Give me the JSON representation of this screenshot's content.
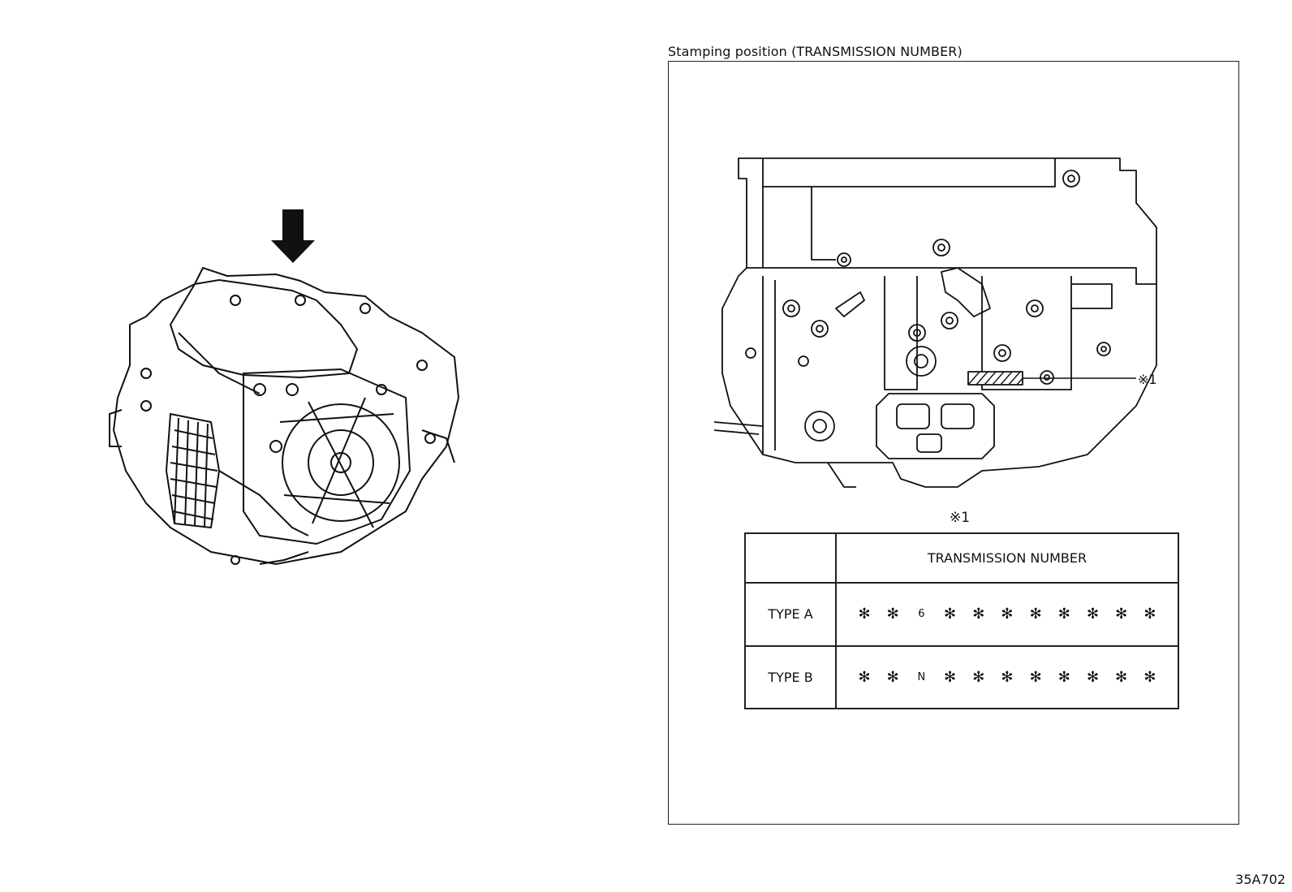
{
  "caption": "Stamping position (TRANSMISSION NUMBER)",
  "callout_mark": "※1",
  "table": {
    "header_empty": "",
    "header": "TRANSMISSION NUMBER",
    "rows": [
      {
        "label": "TYPE A",
        "chars": [
          "✻",
          "✻",
          "6",
          "✻",
          "✻",
          "✻",
          "✻",
          "✻",
          "✻",
          "✻",
          "✻"
        ]
      },
      {
        "label": "TYPE B",
        "chars": [
          "✻",
          "✻",
          "N",
          "✻",
          "✻",
          "✻",
          "✻",
          "✻",
          "✻",
          "✻",
          "✻"
        ]
      }
    ]
  },
  "figure_code": "35A702",
  "icons": {
    "arrow": "down-arrow-icon"
  }
}
